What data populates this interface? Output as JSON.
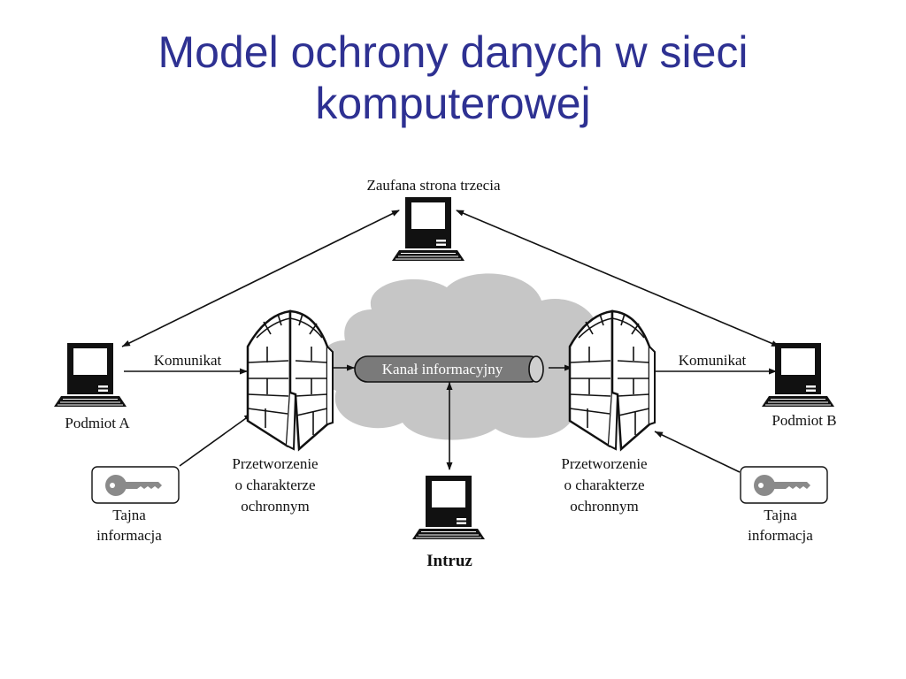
{
  "title": {
    "line1": "Model ochrony danych w sieci",
    "line2": "komputerowej"
  },
  "labels": {
    "trusted_party": "Zaufana strona trzecia",
    "subject_a": "Podmiot A",
    "subject_b": "Podmiot B",
    "message_left": "Komunikat",
    "message_right": "Komunikat",
    "channel": "Kanał informacyjny",
    "transform_left": [
      "Przetworzenie",
      "o charakterze",
      "ochronnym"
    ],
    "transform_right": [
      "Przetworzenie",
      "o charakterze",
      "ochronnym"
    ],
    "secret_left": [
      "Tajna",
      "informacja"
    ],
    "secret_right": [
      "Tajna",
      "informacja"
    ],
    "intruder": "Intruz"
  },
  "colors": {
    "title": "#2e3192",
    "cloud": "#c6c6c6",
    "channel_fill": "#7a7a7a",
    "line": "#111111"
  },
  "icons": [
    "computer-icon",
    "gate-icon",
    "key-icon",
    "cloud-shape",
    "channel-pipe"
  ]
}
